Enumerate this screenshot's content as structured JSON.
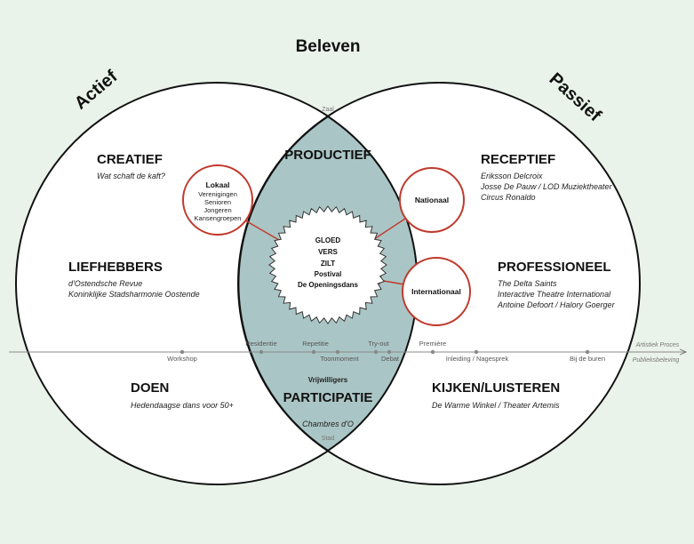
{
  "title": "Beleven",
  "left_axis": "Actief",
  "right_axis": "Passief",
  "top_point": "Zaal",
  "bottom_point": "Stad",
  "center": {
    "productief": "PRODUCTIEF",
    "participatie": "PARTICIPATIE",
    "vrijwilligers": "Vrijwilligers",
    "chambres": "Chambres d'O"
  },
  "star": {
    "lines": [
      "GLOED",
      "VERS",
      "ZILT",
      "Postival",
      "De Openingsdans"
    ]
  },
  "badges": {
    "lokaal": {
      "title": "Lokaal",
      "lines": [
        "Verenigingen",
        "Senioren",
        "Jongeren",
        "Kansengroepen"
      ]
    },
    "nationaal": "Nationaal",
    "internationaal": "Internationaal"
  },
  "left": {
    "creatief": {
      "heading": "CREATIEF",
      "lines": [
        "Wat schaft de kaft?"
      ]
    },
    "liefhebbers": {
      "heading": "LIEFHEBBERS",
      "lines": [
        "d'Ostendsche Revue",
        "Koninklijke Stadsharmonie Oostende"
      ]
    },
    "doen": {
      "heading": "DOEN",
      "lines": [
        "Hedendaagse dans voor 50+"
      ]
    }
  },
  "right": {
    "receptief": {
      "heading": "RECEPTIEF",
      "lines": [
        "Eriksson Delcroix",
        "Josse De Pauw / LOD Muziektheater",
        "Circus Ronaldo"
      ]
    },
    "professioneel": {
      "heading": "PROFESSIONEEL",
      "lines": [
        "The Delta Saints",
        "Interactive Theatre International",
        "Antoine Defoort / Halory Goerger"
      ]
    },
    "kijken": {
      "heading": "KIJKEN/LUISTEREN",
      "lines": [
        "De Warme Winkel / Theater Artemis"
      ]
    }
  },
  "timeline": {
    "upper": [
      "Residentie",
      "Repetitie",
      "Try-out",
      "Première"
    ],
    "lower": [
      "Workshop",
      "Toonmoment",
      "Debat",
      "Inleiding / Nagesprek",
      "Bij de buren"
    ],
    "end_labels": [
      "Artistiek Proces",
      "Publieksbeleving"
    ]
  },
  "colors": {
    "background": "#eaf3ea",
    "lens": "#aac5c5",
    "badge_ring": "#c0392b",
    "arrow": "#c0392b",
    "outline": "#111111"
  }
}
